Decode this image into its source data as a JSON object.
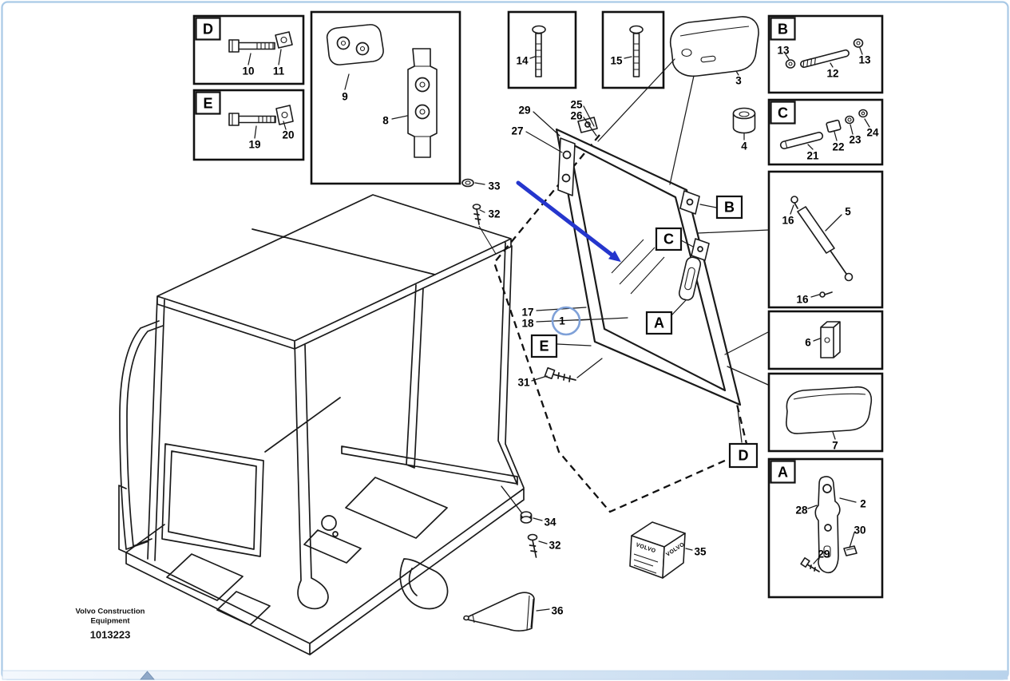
{
  "colors": {
    "line": "#1a1a1a",
    "accent_arrow": "#2536cd",
    "highlight_circle": "#7fa1d8",
    "page_border": "#a9c9e6",
    "footer_bar_start": "#f4f8fd",
    "footer_bar_end": "#b9d3ec",
    "splitter_handle": "#8fa8c8"
  },
  "section_letters": {
    "a": "A",
    "b": "B",
    "c": "C",
    "d": "D",
    "e": "E"
  },
  "callouts": {
    "c1": "1",
    "c2": "2",
    "c3": "3",
    "c4": "4",
    "c5": "5",
    "c6": "6",
    "c7": "7",
    "c8": "8",
    "c9": "9",
    "c10": "10",
    "c11": "11",
    "c12": "12",
    "c13_left": "13",
    "c13_right": "13",
    "c14": "14",
    "c15": "15",
    "c16_top": "16",
    "c16_bottom": "16",
    "c17": "17",
    "c18": "18",
    "c19": "19",
    "c20": "20",
    "c21": "21",
    "c22": "22",
    "c23": "23",
    "c24": "24",
    "c25": "25",
    "c26": "26",
    "c27": "27",
    "c28": "28",
    "c29_door": "29",
    "c29_lock": "29",
    "c30": "30",
    "c31": "31",
    "c32_top": "32",
    "c32_bottom": "32",
    "c33": "33",
    "c34": "34",
    "c35": "35",
    "c36": "36"
  },
  "packaging": {
    "volvo_box_label": "VOLVO"
  },
  "footer": {
    "brand_line1": "Volvo Construction",
    "brand_line2": "Equipment",
    "document_number": "1013223"
  }
}
